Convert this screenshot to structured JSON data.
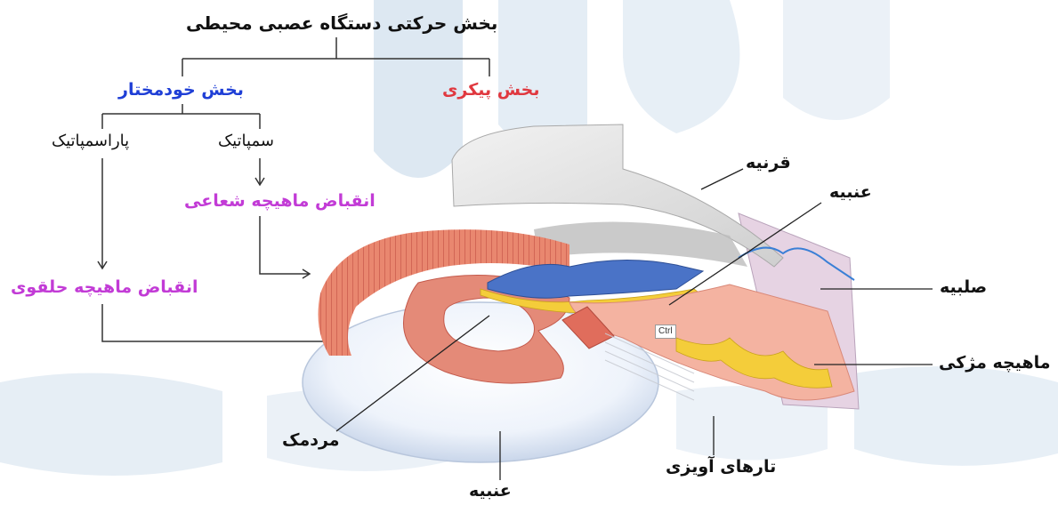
{
  "title": "بخش حرکتی دستگاه عصبی محیطی",
  "branches": {
    "autonomic": "بخش خودمختار",
    "somatic": "بخش پیکری"
  },
  "autonomic_children": {
    "parasympathetic": "پاراسمپاتیک",
    "sympathetic": "سمپاتیک"
  },
  "effects": {
    "radial_contraction": "انقباض ماهیچه شعاعی",
    "circular_contraction": "انقباض ماهیچه حلقوی"
  },
  "eye_labels": {
    "cornea": "قرنیه",
    "iris_top": "عنبیه",
    "sclera": "صلبیه",
    "ciliary_muscle": "ماهیچه مژکی",
    "suspensory_ligaments": "تارهای آویزی",
    "pupil": "مردمک",
    "iris_bottom": "عنبیه"
  },
  "tooltip": "Ctrl",
  "colors": {
    "autonomic": "#1f3fd6",
    "somatic": "#e0383f",
    "effect": "#c23bd6",
    "watermark": "#dde8f2"
  }
}
